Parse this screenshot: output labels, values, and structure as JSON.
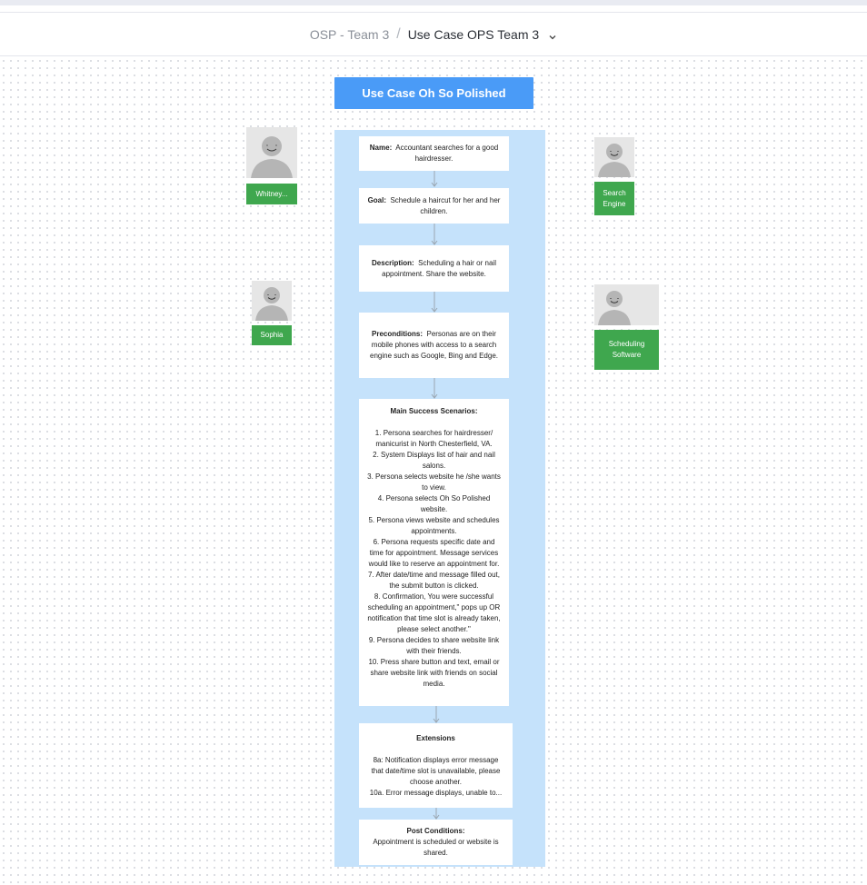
{
  "breadcrumb": {
    "root": "OSP - Team 3",
    "separator": "/",
    "current": "Use Case OPS Team 3",
    "dropdown_icon": "chevron-down-icon"
  },
  "board": {
    "title": "Use Case Oh So Polished"
  },
  "cards": {
    "name": {
      "label": "Name:",
      "text": "Accountant searches for a good hairdresser."
    },
    "goal": {
      "label": "Goal:",
      "text": "Schedule a haircut for her and her children."
    },
    "description": {
      "label": "Description:",
      "text": "Scheduling a hair or nail appointment.  Share the website."
    },
    "preconditions": {
      "label": "Preconditions:",
      "text": "Personas are on their mobile phones with access to a search engine such as Google, Bing and Edge."
    },
    "main_success": {
      "label": "Main Success Scenarios:",
      "items": [
        "1. Persona searches for hairdresser/ manicurist in North Chesterfield, VA.",
        "2. System Displays list of hair and nail salons.",
        "3. Persona selects website he /she wants to view.",
        "4. Persona selects Oh So Polished website.",
        "5. Persona views website and schedules appointments.",
        "6. Persona requests specific date and time for appointment.  Message services would like to reserve an appointment for.",
        "7. After date/time and message filled out, the submit button is clicked.",
        "8. Confirmation, You were successful scheduling an appointment,\" pops up OR notification that time slot is already taken, please select another.\"",
        "9. Persona decides to share website link with their friends.",
        "10. Press share button and text, email or share website link with friends on social media."
      ]
    },
    "extensions": {
      "label": "Extensions",
      "items": [
        "8a:  Notification displays error message that date/time slot is unavailable, please choose another.",
        "10a.  Error message displays, unable to..."
      ]
    },
    "post_conditions": {
      "label": "Post Conditions:",
      "text": "Appointment is scheduled or website is shared."
    }
  },
  "personas": {
    "whitney": {
      "name": "Whitney...",
      "icon": "persona-avatar-icon"
    },
    "sophia": {
      "name": "Sophia",
      "icon": "persona-avatar-icon"
    },
    "search_engine": {
      "name": "Search Engine",
      "icon": "persona-avatar-icon"
    },
    "scheduling_software": {
      "name": "Scheduling Software",
      "icon": "persona-avatar-icon"
    }
  },
  "colors": {
    "title_blue": "#4a9bf7",
    "lane_blue": "#c5e2fb",
    "label_green": "#3fa74e"
  }
}
